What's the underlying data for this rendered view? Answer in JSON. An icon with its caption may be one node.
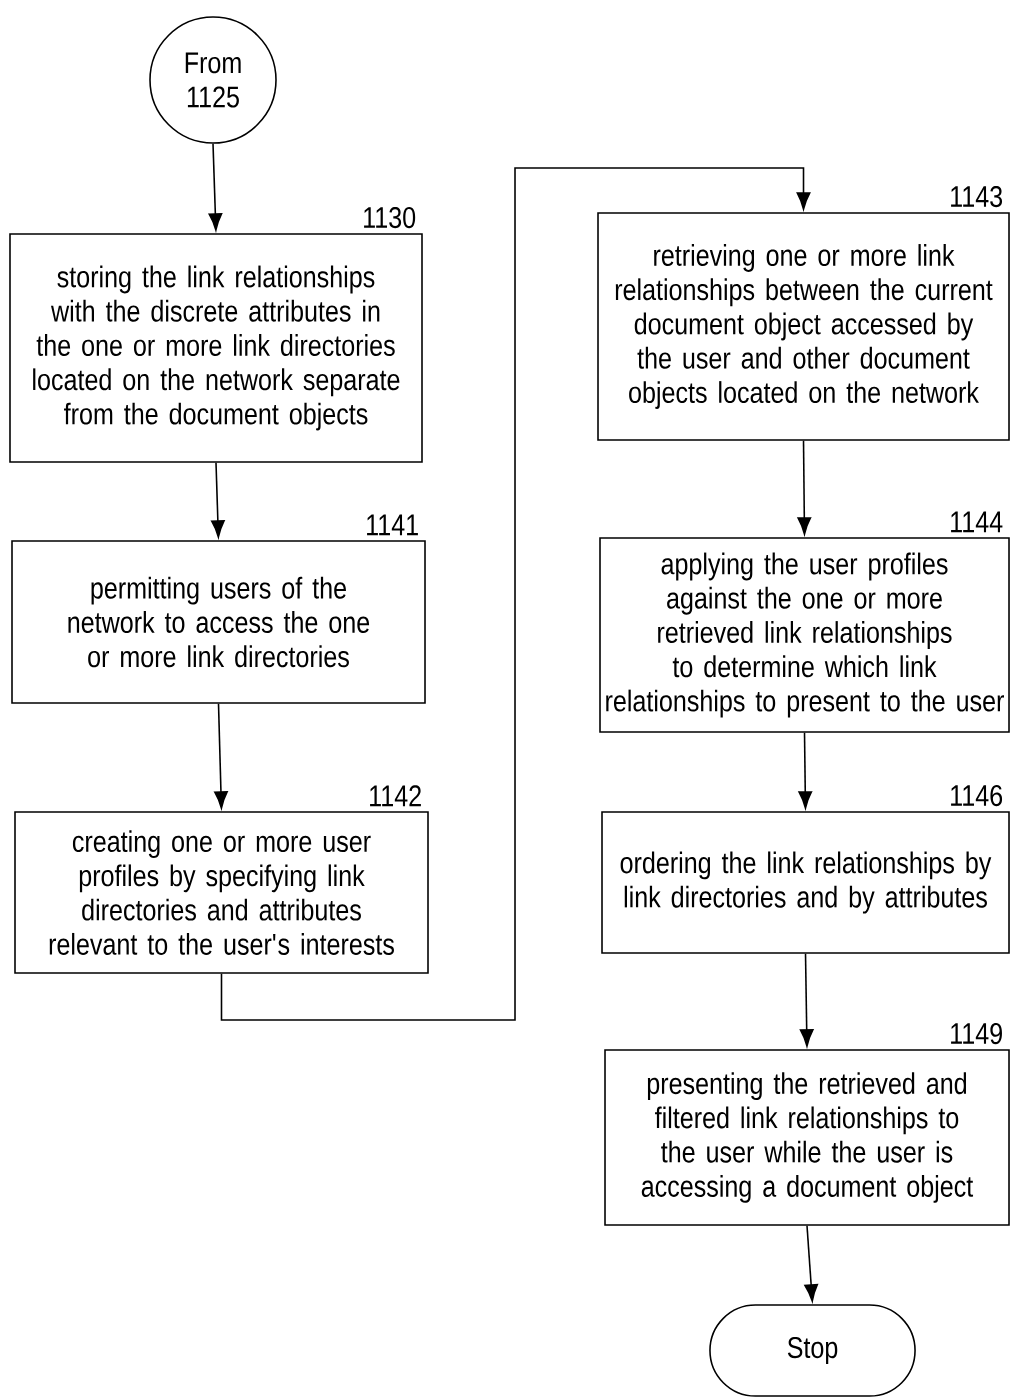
{
  "diagram": {
    "nodes": [
      {
        "text": [
          "From 1125"
        ]
      },
      {
        "text": [
          "storing the link relationships with the discrete attributes in the one or more link directories located on the network separate from the document objects"
        ],
        "beside": [
          "1130"
        ]
      },
      {
        "text": [
          "permitting users of the network to access the one or more link directories"
        ],
        "beside": [
          "1141"
        ]
      },
      {
        "text": [
          "creating one or more user profiles by specifying link directories and attributes relevant to the user's interests"
        ],
        "beside": [
          "1142"
        ]
      },
      {
        "text": [
          "retrieving one or more link relationships between the current document object accessed by the user and other document objects located on the network"
        ],
        "beside": [
          "1143"
        ]
      },
      {
        "text": [
          "applying the user profiles against the one or more retrieved link relationships to determine which link relationships to present to the user"
        ],
        "beside": [
          "1144"
        ]
      },
      {
        "text": [
          "ordering the link relationships by link directories and by attributes"
        ],
        "beside": [
          "1146"
        ]
      },
      {
        "text": [
          "presenting the retrieved and filtered link relationships to the user while the user is accessing a document object"
        ],
        "beside": [
          "1149"
        ]
      },
      {
        "text": [
          "Stop"
        ]
      }
    ],
    "edges": [
      {
        "from": 0,
        "to": 1,
        "arrow": "to"
      },
      {
        "from": 1,
        "to": 2,
        "arrow": "to"
      },
      {
        "from": 2,
        "to": 3,
        "arrow": "to"
      },
      {
        "from": 3,
        "to": 4,
        "arrow": "to"
      },
      {
        "from": 4,
        "to": 5,
        "arrow": "to"
      },
      {
        "from": 5,
        "to": 6,
        "arrow": "to"
      },
      {
        "from": 6,
        "to": 7,
        "arrow": "to"
      },
      {
        "from": 7,
        "to": 8,
        "arrow": "to"
      }
    ]
  }
}
